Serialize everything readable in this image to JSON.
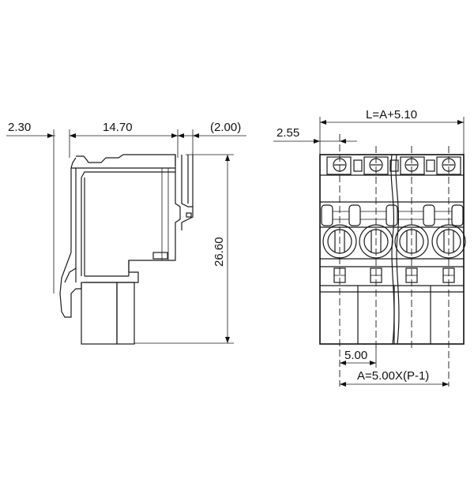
{
  "diagram": {
    "side_view": {
      "dim_left": "2.30",
      "dim_width": "14.70",
      "dim_right": "(2.00)",
      "dim_height": "26.60"
    },
    "front_view": {
      "dim_total": "L=A+5.10",
      "dim_offset": "2.55",
      "dim_pitch": "5.00",
      "dim_span": "A=5.00X(P-1)"
    }
  }
}
